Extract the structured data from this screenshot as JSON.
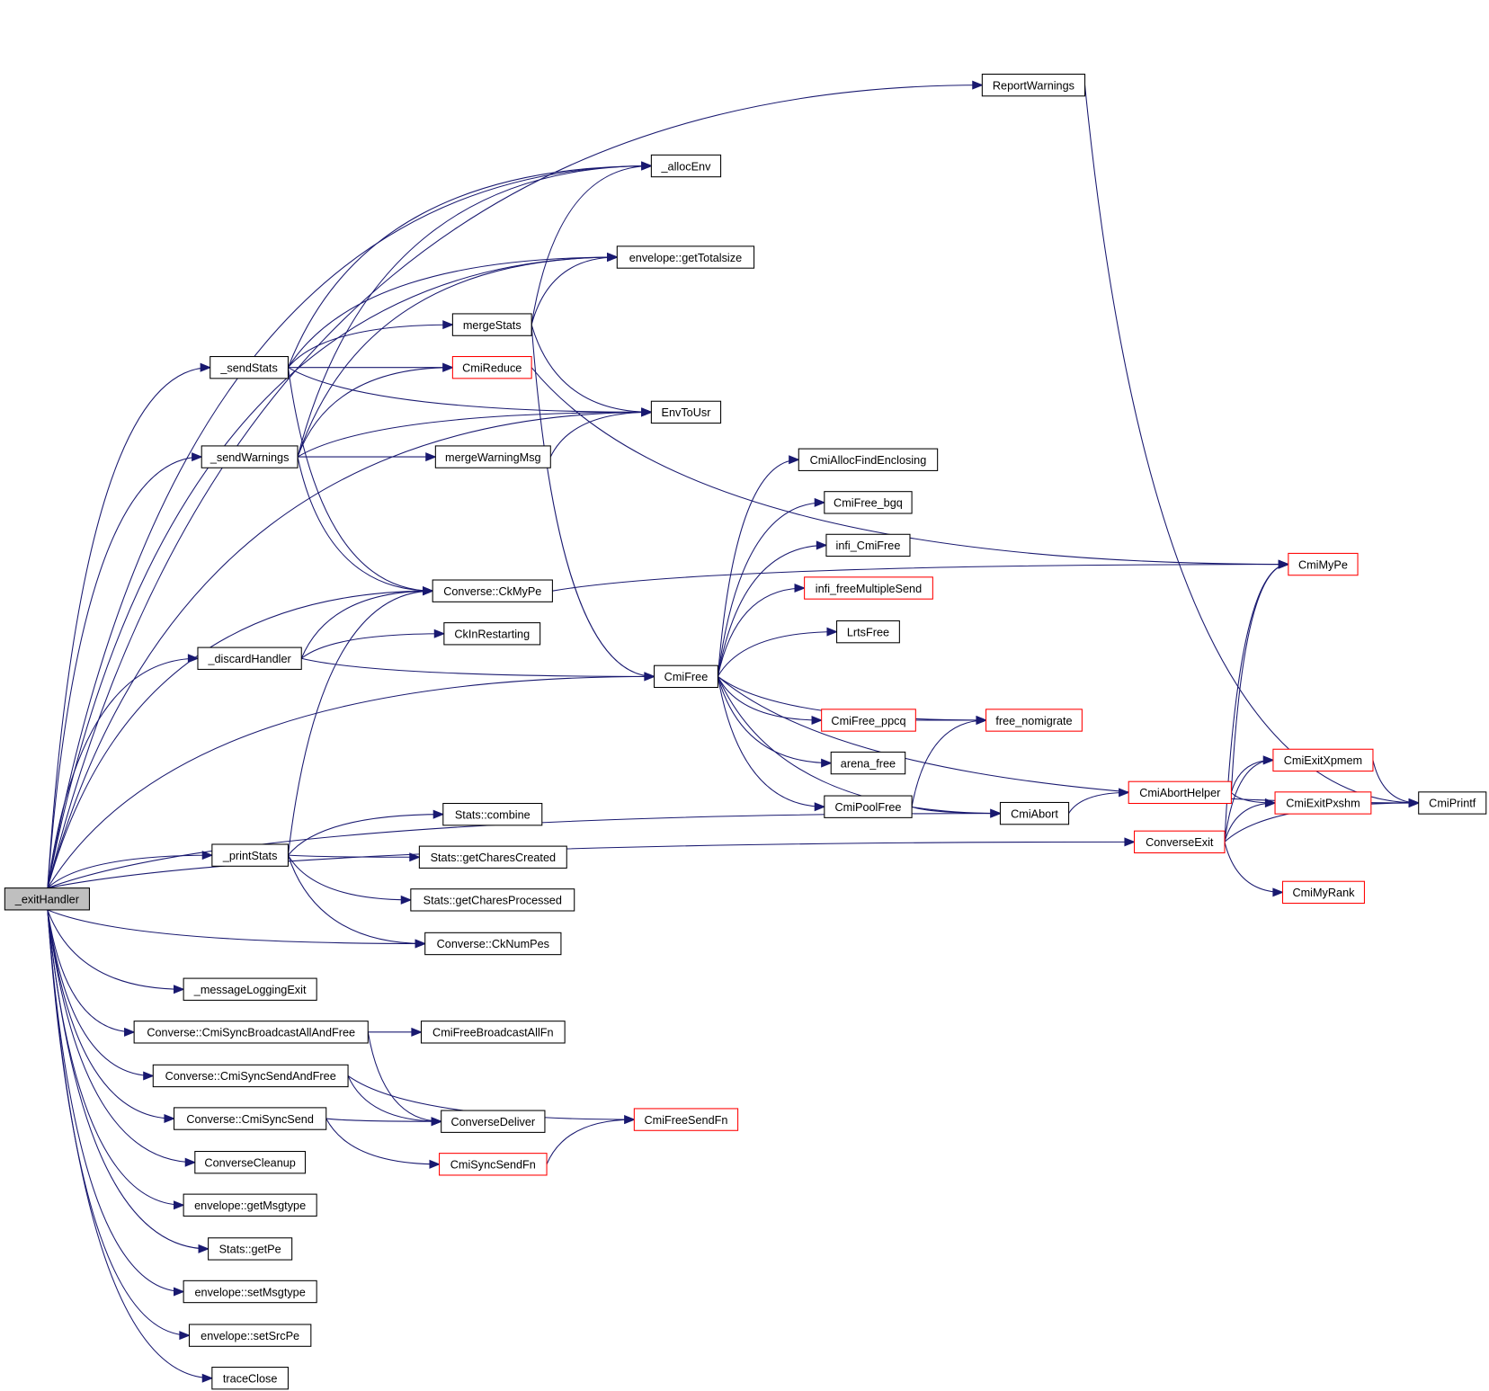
{
  "diagram": {
    "type": "call-graph",
    "root": "_exitHandler",
    "colors": {
      "edge": "#191970",
      "normal_border": "#000000",
      "truncated_border": "#ff0000",
      "root_fill": "#bfbfbf"
    },
    "nodes": [
      {
        "id": "exitHandler",
        "label": "_exitHandler",
        "style": "root"
      },
      {
        "id": "ReportWarnings",
        "label": "ReportWarnings",
        "style": "normal"
      },
      {
        "id": "allocEnv",
        "label": "_allocEnv",
        "style": "normal"
      },
      {
        "id": "getTotalsize",
        "label": "envelope::getTotalsize",
        "style": "normal"
      },
      {
        "id": "mergeStats",
        "label": "mergeStats",
        "style": "normal"
      },
      {
        "id": "sendStats",
        "label": "_sendStats",
        "style": "normal"
      },
      {
        "id": "CmiReduce",
        "label": "CmiReduce",
        "style": "red"
      },
      {
        "id": "EnvToUsr",
        "label": "EnvToUsr",
        "style": "normal"
      },
      {
        "id": "sendWarnings",
        "label": "_sendWarnings",
        "style": "normal"
      },
      {
        "id": "mergeWarningMsg",
        "label": "mergeWarningMsg",
        "style": "normal"
      },
      {
        "id": "CmiAllocFindEnclosing",
        "label": "CmiAllocFindEnclosing",
        "style": "normal"
      },
      {
        "id": "CmiFree_bgq",
        "label": "CmiFree_bgq",
        "style": "normal"
      },
      {
        "id": "infi_CmiFree",
        "label": "infi_CmiFree",
        "style": "normal"
      },
      {
        "id": "infi_freeMultipleSend",
        "label": "infi_freeMultipleSend",
        "style": "red"
      },
      {
        "id": "CmiMyPe",
        "label": "CmiMyPe",
        "style": "red"
      },
      {
        "id": "CkMyPe",
        "label": "Converse::CkMyPe",
        "style": "normal"
      },
      {
        "id": "CkInRestarting",
        "label": "CkInRestarting",
        "style": "normal"
      },
      {
        "id": "LrtsFree",
        "label": "LrtsFree",
        "style": "normal"
      },
      {
        "id": "discardHandler",
        "label": "_discardHandler",
        "style": "normal"
      },
      {
        "id": "CmiFree",
        "label": "CmiFree",
        "style": "normal"
      },
      {
        "id": "CmiFree_ppcq",
        "label": "CmiFree_ppcq",
        "style": "red"
      },
      {
        "id": "free_nomigrate",
        "label": "free_nomigrate",
        "style": "red"
      },
      {
        "id": "arena_free",
        "label": "arena_free",
        "style": "normal"
      },
      {
        "id": "CmiExitXpmem",
        "label": "CmiExitXpmem",
        "style": "red"
      },
      {
        "id": "CmiAbortHelper",
        "label": "CmiAbortHelper",
        "style": "red"
      },
      {
        "id": "CmiExitPxshm",
        "label": "CmiExitPxshm",
        "style": "red"
      },
      {
        "id": "CmiPrintf",
        "label": "CmiPrintf",
        "style": "normal"
      },
      {
        "id": "CmiPoolFree",
        "label": "CmiPoolFree",
        "style": "normal"
      },
      {
        "id": "CmiAbort",
        "label": "CmiAbort",
        "style": "normal"
      },
      {
        "id": "StatsCombine",
        "label": "Stats::combine",
        "style": "normal"
      },
      {
        "id": "ConverseExit",
        "label": "ConverseExit",
        "style": "red"
      },
      {
        "id": "printStats",
        "label": "_printStats",
        "style": "normal"
      },
      {
        "id": "getCharesCreated",
        "label": "Stats::getCharesCreated",
        "style": "normal"
      },
      {
        "id": "CmiMyRank",
        "label": "CmiMyRank",
        "style": "red"
      },
      {
        "id": "getCharesProcessed",
        "label": "Stats::getCharesProcessed",
        "style": "normal"
      },
      {
        "id": "CkNumPes",
        "label": "Converse::CkNumPes",
        "style": "normal"
      },
      {
        "id": "messageLoggingExit",
        "label": "_messageLoggingExit",
        "style": "normal"
      },
      {
        "id": "CmiSyncBroadcastAllAndFree",
        "label": "Converse::CmiSyncBroadcastAllAndFree",
        "style": "normal"
      },
      {
        "id": "CmiFreeBroadcastAllFn",
        "label": "CmiFreeBroadcastAllFn",
        "style": "normal"
      },
      {
        "id": "CmiSyncSendAndFree",
        "label": "Converse::CmiSyncSendAndFree",
        "style": "normal"
      },
      {
        "id": "CmiSyncSend",
        "label": "Converse::CmiSyncSend",
        "style": "normal"
      },
      {
        "id": "ConverseDeliver",
        "label": "ConverseDeliver",
        "style": "normal"
      },
      {
        "id": "CmiFreeSendFn",
        "label": "CmiFreeSendFn",
        "style": "red"
      },
      {
        "id": "CmiSyncSendFn",
        "label": "CmiSyncSendFn",
        "style": "red"
      },
      {
        "id": "ConverseCleanup",
        "label": "ConverseCleanup",
        "style": "normal"
      },
      {
        "id": "getMsgtype",
        "label": "envelope::getMsgtype",
        "style": "normal"
      },
      {
        "id": "getPe",
        "label": "Stats::getPe",
        "style": "normal"
      },
      {
        "id": "setMsgtype",
        "label": "envelope::setMsgtype",
        "style": "normal"
      },
      {
        "id": "setSrcPe",
        "label": "envelope::setSrcPe",
        "style": "normal"
      },
      {
        "id": "traceClose",
        "label": "traceClose",
        "style": "normal"
      }
    ],
    "edges": [
      [
        "exitHandler",
        "ReportWarnings"
      ],
      [
        "exitHandler",
        "allocEnv"
      ],
      [
        "exitHandler",
        "getTotalsize"
      ],
      [
        "exitHandler",
        "sendStats"
      ],
      [
        "exitHandler",
        "sendWarnings"
      ],
      [
        "exitHandler",
        "EnvToUsr"
      ],
      [
        "exitHandler",
        "CkMyPe"
      ],
      [
        "exitHandler",
        "discardHandler"
      ],
      [
        "exitHandler",
        "CmiFree"
      ],
      [
        "exitHandler",
        "CmiAbort"
      ],
      [
        "exitHandler",
        "printStats"
      ],
      [
        "exitHandler",
        "CkNumPes"
      ],
      [
        "exitHandler",
        "ConverseExit"
      ],
      [
        "exitHandler",
        "messageLoggingExit"
      ],
      [
        "exitHandler",
        "CmiSyncBroadcastAllAndFree"
      ],
      [
        "exitHandler",
        "CmiSyncSendAndFree"
      ],
      [
        "exitHandler",
        "CmiSyncSend"
      ],
      [
        "exitHandler",
        "ConverseCleanup"
      ],
      [
        "exitHandler",
        "getMsgtype"
      ],
      [
        "exitHandler",
        "getPe"
      ],
      [
        "exitHandler",
        "setMsgtype"
      ],
      [
        "exitHandler",
        "setSrcPe"
      ],
      [
        "exitHandler",
        "traceClose"
      ],
      [
        "ReportWarnings",
        "CmiPrintf"
      ],
      [
        "sendStats",
        "allocEnv"
      ],
      [
        "sendStats",
        "getTotalsize"
      ],
      [
        "sendStats",
        "mergeStats"
      ],
      [
        "sendStats",
        "CmiReduce"
      ],
      [
        "sendStats",
        "EnvToUsr"
      ],
      [
        "sendStats",
        "CkMyPe"
      ],
      [
        "mergeStats",
        "allocEnv"
      ],
      [
        "mergeStats",
        "getTotalsize"
      ],
      [
        "mergeStats",
        "EnvToUsr"
      ],
      [
        "mergeStats",
        "CmiFree"
      ],
      [
        "CmiReduce",
        "CmiMyPe"
      ],
      [
        "sendWarnings",
        "allocEnv"
      ],
      [
        "sendWarnings",
        "getTotalsize"
      ],
      [
        "sendWarnings",
        "CmiReduce"
      ],
      [
        "sendWarnings",
        "mergeWarningMsg"
      ],
      [
        "sendWarnings",
        "EnvToUsr"
      ],
      [
        "sendWarnings",
        "CkMyPe"
      ],
      [
        "mergeWarningMsg",
        "EnvToUsr"
      ],
      [
        "CkMyPe",
        "CmiMyPe"
      ],
      [
        "discardHandler",
        "CkMyPe"
      ],
      [
        "discardHandler",
        "CkInRestarting"
      ],
      [
        "discardHandler",
        "CmiFree"
      ],
      [
        "CmiFree",
        "CmiAllocFindEnclosing"
      ],
      [
        "CmiFree",
        "CmiFree_bgq"
      ],
      [
        "CmiFree",
        "infi_CmiFree"
      ],
      [
        "CmiFree",
        "infi_freeMultipleSend"
      ],
      [
        "CmiFree",
        "LrtsFree"
      ],
      [
        "CmiFree",
        "free_nomigrate"
      ],
      [
        "CmiFree",
        "CmiFree_ppcq"
      ],
      [
        "CmiFree",
        "arena_free"
      ],
      [
        "CmiFree",
        "CmiPoolFree"
      ],
      [
        "CmiFree",
        "CmiAbort"
      ],
      [
        "CmiFree",
        "CmiPrintf"
      ],
      [
        "CmiFree_ppcq",
        "free_nomigrate"
      ],
      [
        "CmiPoolFree",
        "free_nomigrate"
      ],
      [
        "CmiPoolFree",
        "CmiAbort"
      ],
      [
        "CmiAbort",
        "CmiAbortHelper"
      ],
      [
        "CmiAbortHelper",
        "CmiMyPe"
      ],
      [
        "CmiAbortHelper",
        "CmiExitXpmem"
      ],
      [
        "CmiAbortHelper",
        "CmiExitPxshm"
      ],
      [
        "ConverseExit",
        "CmiMyPe"
      ],
      [
        "ConverseExit",
        "CmiExitXpmem"
      ],
      [
        "ConverseExit",
        "CmiExitPxshm"
      ],
      [
        "ConverseExit",
        "CmiPrintf"
      ],
      [
        "ConverseExit",
        "CmiMyRank"
      ],
      [
        "CmiExitXpmem",
        "CmiPrintf"
      ],
      [
        "CmiExitPxshm",
        "CmiPrintf"
      ],
      [
        "printStats",
        "CkMyPe"
      ],
      [
        "printStats",
        "StatsCombine"
      ],
      [
        "printStats",
        "getCharesCreated"
      ],
      [
        "printStats",
        "getCharesProcessed"
      ],
      [
        "printStats",
        "CkNumPes"
      ],
      [
        "CmiSyncBroadcastAllAndFree",
        "CmiFreeBroadcastAllFn"
      ],
      [
        "CmiSyncBroadcastAllAndFree",
        "ConverseDeliver"
      ],
      [
        "CmiSyncSendAndFree",
        "ConverseDeliver"
      ],
      [
        "CmiSyncSendAndFree",
        "CmiFreeSendFn"
      ],
      [
        "CmiSyncSend",
        "ConverseDeliver"
      ],
      [
        "CmiSyncSend",
        "CmiSyncSendFn"
      ],
      [
        "CmiSyncSendFn",
        "CmiFreeSendFn"
      ]
    ]
  }
}
